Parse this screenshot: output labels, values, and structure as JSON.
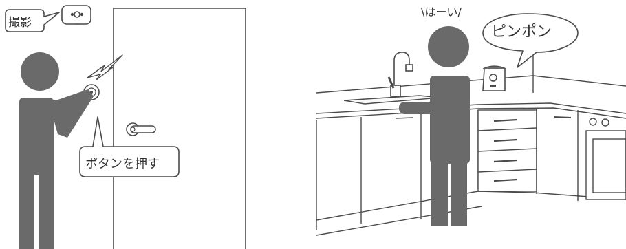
{
  "labels": {
    "photo": "撮影",
    "press_button": "ボタンを押す",
    "reply": "\\はーい/",
    "chime": "ピンポン"
  },
  "colors": {
    "figure": "#6a6a6a",
    "line": "#4a4a4a",
    "cabinet_shade": "#f3f3f3"
  }
}
